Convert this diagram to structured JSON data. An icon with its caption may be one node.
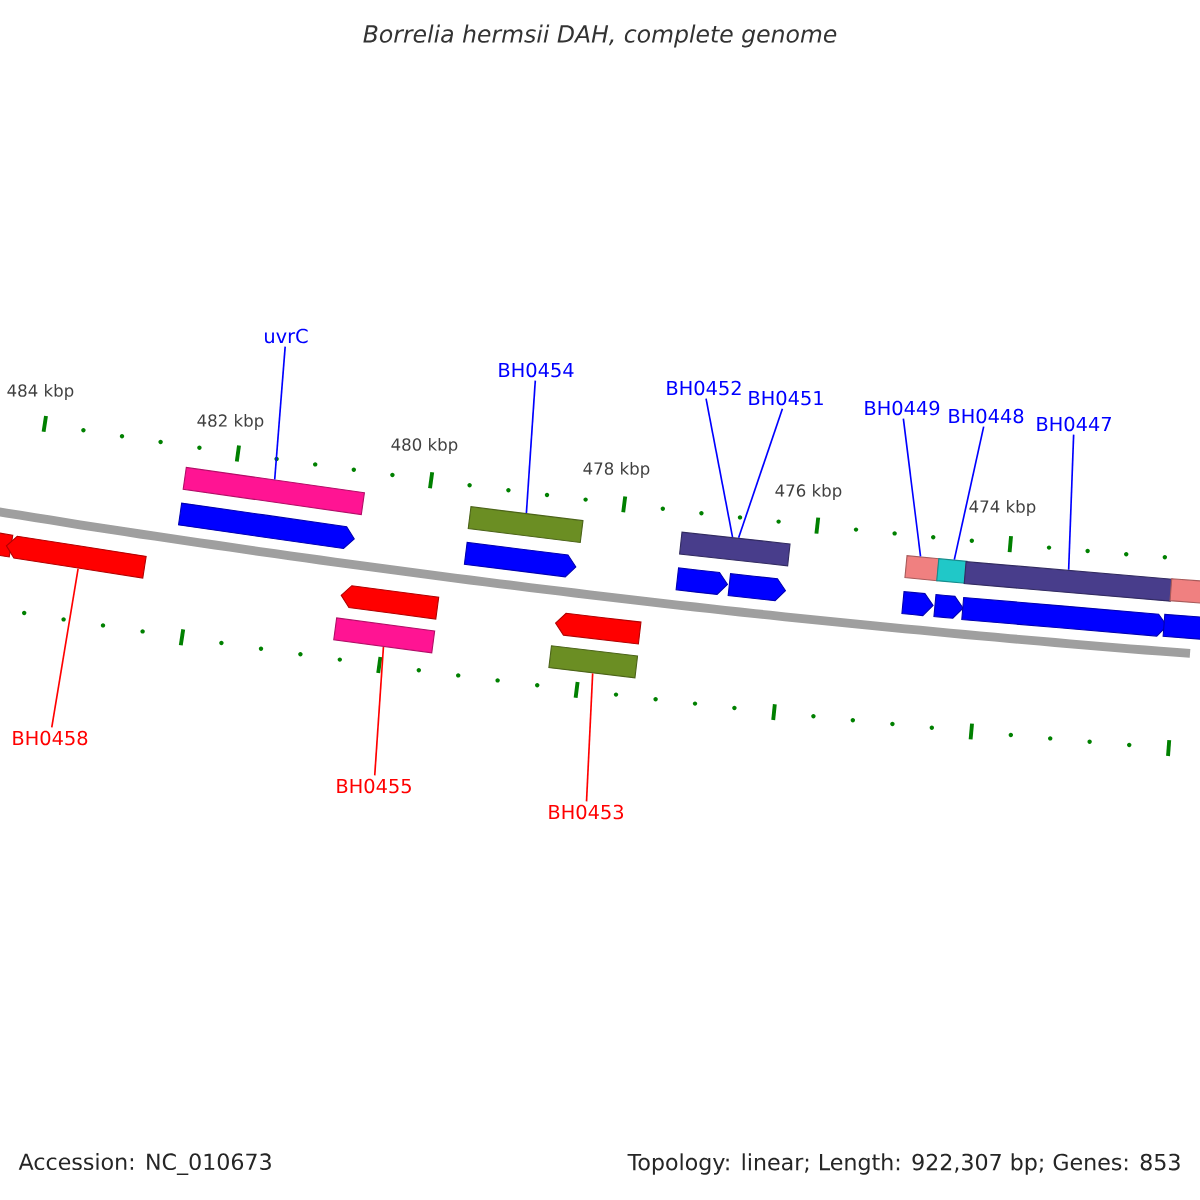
{
  "diagram": {
    "title": "Borrelia hermsii DAH, complete genome",
    "nodes": [
      {
        "text": [
          "uvrC"
        ]
      },
      {
        "text": [
          "BH0454"
        ]
      },
      {
        "text": [
          "BH0452"
        ]
      },
      {
        "text": [
          "BH0451"
        ]
      },
      {
        "text": [
          "BH0449"
        ]
      },
      {
        "text": [
          "BH0448"
        ]
      },
      {
        "text": [
          "BH0447"
        ]
      },
      {
        "text": [],
        "shape": "bar"
      },
      {
        "text": [],
        "shape": "bar"
      },
      {
        "text": [],
        "shape": "bar"
      },
      {
        "text": [],
        "shape": "bar"
      },
      {
        "text": [],
        "shape": "bar"
      },
      {
        "text": [],
        "shape": "bar"
      },
      {
        "text": [],
        "shape": "bar"
      },
      {
        "text": [],
        "shape": "pentagon"
      },
      {
        "text": [],
        "shape": "pentagon"
      },
      {
        "text": [],
        "shape": "pentagon"
      },
      {
        "text": [],
        "shape": "pentagon"
      },
      {
        "text": [],
        "shape": "pentagon"
      },
      {
        "text": [],
        "shape": "pentagon"
      },
      {
        "text": [],
        "shape": "pentagon"
      },
      {
        "text": [],
        "shape": "bar"
      },
      {
        "text": [],
        "shape": "bar"
      },
      {
        "text": [],
        "shape": "pentagon"
      },
      {
        "text": [],
        "shape": "pentagon"
      },
      {
        "text": [],
        "shape": "bar"
      },
      {
        "text": [],
        "shape": "pentagon"
      },
      {
        "text": [],
        "shape": "bar"
      },
      {
        "text": [
          "BH0458"
        ]
      },
      {
        "text": [
          "BH0455"
        ]
      },
      {
        "text": [
          "BH0453"
        ]
      }
    ],
    "edges": [
      {
        "from": 0,
        "to": 7,
        "arrow": "none"
      },
      {
        "from": 1,
        "to": 8,
        "arrow": "none"
      },
      {
        "from": 2,
        "to": 9,
        "arrow": "none"
      },
      {
        "from": 3,
        "to": 9,
        "arrow": "none"
      },
      {
        "from": 4,
        "to": 10,
        "arrow": "none"
      },
      {
        "from": 5,
        "to": 11,
        "arrow": "none"
      },
      {
        "from": 6,
        "to": 12,
        "arrow": "none"
      },
      {
        "from": 28,
        "to": 23,
        "arrow": "none",
        "color": "#ff0000"
      },
      {
        "from": 29,
        "to": 25,
        "arrow": "none",
        "color": "#ff0000"
      },
      {
        "from": 30,
        "to": 27,
        "arrow": "none",
        "color": "#ff0000"
      }
    ],
    "labels": [
      "484 kbp",
      "482 kbp",
      "480 kbp",
      "478 kbp",
      "476 kbp",
      "474 kbp",
      "Accession: NC_010673",
      "Topology: linear; Length: 922,307 bp; Genes: 853"
    ]
  }
}
